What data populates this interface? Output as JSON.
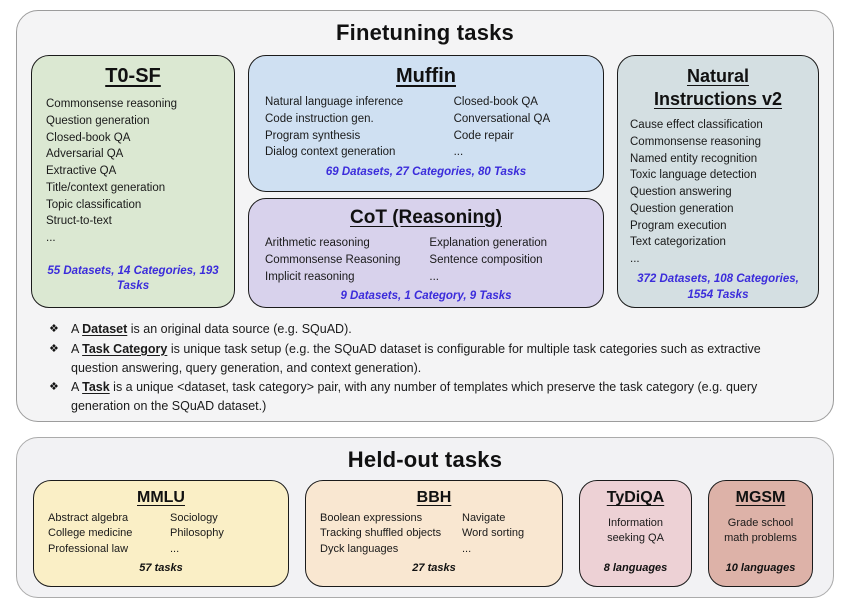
{
  "colors": {
    "finetuning_bg": "#f4f4f5",
    "heldout_bg": "#f2f2f4",
    "t0sf_bg": "#dbe8d2",
    "muffin_bg": "#cfe0f2",
    "cot_bg": "#d8d2ec",
    "niv2_bg": "#d4dfe2",
    "mmlu_bg": "#faefc6",
    "bbh_bg": "#f9e7d1",
    "tydiqa_bg": "#edd1d5",
    "mgsm_bg": "#ddb2a8",
    "stat_text_blue": "#3b2cdb"
  },
  "finetuning": {
    "title": "Finetuning tasks",
    "bullet_glyph": "❖",
    "boxes": {
      "t0sf": {
        "title": "T0-SF",
        "items": [
          "Commonsense reasoning",
          "Question generation",
          "Closed-book QA",
          "Adversarial QA",
          "Extractive QA",
          "Title/context generation",
          "Topic classification",
          "Struct-to-text",
          "..."
        ],
        "stats": "55 Datasets, 14 Categories, 193 Tasks"
      },
      "muffin": {
        "title": "Muffin",
        "col1": [
          "Natural language inference",
          "Code instruction gen.",
          "Program synthesis",
          "Dialog context generation"
        ],
        "col2": [
          "Closed-book QA",
          "Conversational QA",
          "Code repair",
          "..."
        ],
        "stats": "69 Datasets, 27 Categories, 80 Tasks"
      },
      "cot": {
        "title": "CoT (Reasoning)",
        "col1": [
          "Arithmetic reasoning",
          "Commonsense Reasoning",
          "Implicit reasoning"
        ],
        "col2": [
          "Explanation generation",
          "Sentence composition",
          "..."
        ],
        "stats": "9 Datasets, 1 Category, 9 Tasks"
      },
      "niv2": {
        "title": "Natural Instructions v2",
        "items": [
          "Cause effect classification",
          "Commonsense reasoning",
          "Named entity recognition",
          "Toxic language detection",
          "Question answering",
          "Question generation",
          "Program execution",
          "Text categorization",
          "..."
        ],
        "stats": "372 Datasets, 108 Categories, 1554 Tasks"
      }
    },
    "bullets": [
      {
        "pre": "A ",
        "term": "Dataset",
        "rest": " is an original data source (e.g. SQuAD)."
      },
      {
        "pre": "A ",
        "term": "Task Category",
        "rest": " is unique task setup (e.g. the SQuAD dataset is configurable for multiple task categories such as extractive question answering, query generation, and context generation)."
      },
      {
        "pre": "A ",
        "term": "Task",
        "rest": " is a unique <dataset, task category> pair, with any number of templates which preserve the task category (e.g. query generation on the SQuAD dataset.)"
      }
    ]
  },
  "heldout": {
    "title": "Held-out tasks",
    "boxes": {
      "mmlu": {
        "title": "MMLU",
        "col1": [
          "Abstract algebra",
          "College medicine",
          "Professional law"
        ],
        "col2": [
          "Sociology",
          "Philosophy",
          "..."
        ],
        "stats": "57 tasks"
      },
      "bbh": {
        "title": "BBH",
        "col1": [
          "Boolean expressions",
          "Tracking shuffled objects",
          "Dyck languages"
        ],
        "col2": [
          "Navigate",
          "Word sorting",
          "..."
        ],
        "stats": "27 tasks"
      },
      "tydiqa": {
        "title": "TyDiQA",
        "desc": "Information seeking QA",
        "stats": "8 languages"
      },
      "mgsm": {
        "title": "MGSM",
        "desc": "Grade school math problems",
        "stats": "10 languages"
      }
    }
  }
}
